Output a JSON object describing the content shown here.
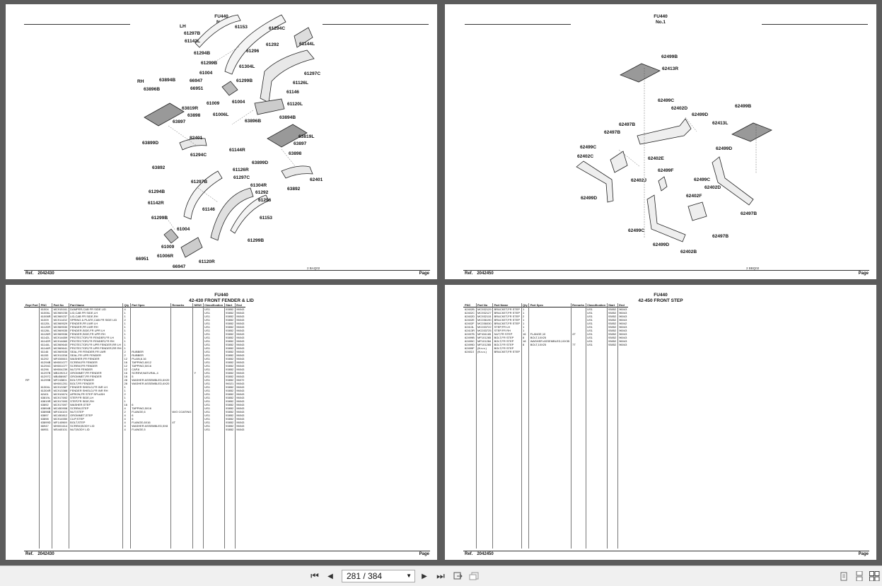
{
  "top_left": {
    "model": "FU440",
    "sheet": "No.1",
    "ref_label": "Ref.",
    "ref_no": "2042430",
    "page_label": "Page",
    "drawing_code": "2 BAQ02",
    "labels": [
      "LH",
      "RH",
      "61153",
      "61294C",
      "61297B",
      "61142L",
      "61292",
      "61144L",
      "61294B",
      "61296",
      "61299B",
      "61304L",
      "61297C",
      "61004",
      "66947",
      "61299B",
      "61126L",
      "66951",
      "61146",
      "61009",
      "61004",
      "61120L",
      "61006L",
      "63894B",
      "63896B",
      "63819R",
      "63898",
      "63896B",
      "63897",
      "63894B",
      "82401",
      "63819L",
      "63899D",
      "63897",
      "61294C",
      "61144R",
      "63898",
      "63892",
      "63899D",
      "61126R",
      "61297B",
      "61297C",
      "62401",
      "61304R",
      "61294B",
      "61292",
      "63892",
      "61142R",
      "61296",
      "61146",
      "61299B",
      "61153",
      "61004",
      "61009",
      "61299B",
      "61006R",
      "66951",
      "66947",
      "61120R"
    ]
  },
  "top_right": {
    "model": "FU440",
    "sheet": "No.1",
    "ref_label": "Ref.",
    "ref_no": "2042450",
    "page_label": "Page",
    "drawing_code": "2 BBQ02",
    "labels": [
      "62499B",
      "62413R",
      "62499C",
      "62402D",
      "62499D",
      "62499B",
      "62413L",
      "62497B",
      "62497B",
      "62499C",
      "62402C",
      "62402E",
      "62499D",
      "62499F",
      "62402J",
      "62499C",
      "62402D",
      "62499D",
      "62402F",
      "62497B",
      "62499C",
      "62497B",
      "62499D",
      "62402B"
    ]
  },
  "bottom_left": {
    "model": "FU440",
    "title": "42-430 FRONT FENDER & LID",
    "ref_label": "Ref.",
    "ref_no": "2042430",
    "page_label": "Page",
    "columns": [
      "Repl Part",
      "PNC",
      "Part No",
      "Part Name",
      "Qty",
      "Part Spec",
      "Remarks",
      "NEW!",
      "Classification",
      "Start",
      "End"
    ],
    "rows": [
      [
        "",
        "61004",
        "MC915161",
        "DAMPER,CAB FR SIDE LID",
        "4",
        "",
        "",
        "",
        "US1",
        "93852",
        "96043"
      ],
      [
        "",
        "61006L",
        "MC969235",
        "LID,CAB FR SIDE,LH",
        "1",
        "",
        "",
        "",
        "US1",
        "93852",
        "96043"
      ],
      [
        "",
        "61006R",
        "MC969237",
        "LID,CAB FR SIDE,RH",
        "1",
        "",
        "",
        "",
        "US1",
        "93852",
        "96043"
      ],
      [
        "",
        "61009",
        "MC911432",
        "SPRING & PLATE,CAB FR SIDE LID",
        "2",
        "",
        "",
        "",
        "US1",
        "93852",
        "96043"
      ],
      [
        "",
        "61120L",
        "MC969529",
        "FENDER,FR LWR LH",
        "1",
        "",
        "",
        "",
        "US1",
        "93852",
        "96043"
      ],
      [
        "",
        "61120R",
        "MC969530",
        "FENDER,FR LWR RH",
        "1",
        "",
        "",
        "",
        "US1",
        "93852",
        "96043"
      ],
      [
        "",
        "61126L",
        "MC969535",
        "FENDER,SIDE,FR UPR LH",
        "1",
        "",
        "",
        "",
        "US1",
        "93852",
        "96043"
      ],
      [
        "",
        "61126R",
        "MC969536",
        "FENDER,SIDE,FR UPR RH",
        "1",
        "",
        "",
        "",
        "US1",
        "93852",
        "96043"
      ],
      [
        "",
        "61142L",
        "MC914659",
        "PROTECTOR,FR FENDER,FR LH",
        "1",
        "",
        "",
        "",
        "US1",
        "93852",
        "96043"
      ],
      [
        "",
        "61142R",
        "MC914660",
        "PROTECTOR,FR FENDER,FR RH",
        "1",
        "",
        "",
        "",
        "US1",
        "93852",
        "96043"
      ],
      [
        "",
        "61144L",
        "MC969640",
        "PROTECTOR,FR UPR FENDER,RR LH",
        "1",
        "",
        "",
        "",
        "US1",
        "93852",
        "96043"
      ],
      [
        "",
        "61144R",
        "MC969641",
        "PROTECTOR,FR UPR FENDER,RR RH",
        "1",
        "",
        "",
        "",
        "US1",
        "93852",
        "96043"
      ],
      [
        "",
        "61146",
        "MC969535",
        "SEAL,FR FENDER,FR LWR",
        "2",
        "RUBBER",
        "",
        "",
        "US1",
        "93852",
        "96043"
      ],
      [
        "",
        "61153",
        "MC911338",
        "SEAL,FR UPR FENDER",
        "2",
        "RUBBER",
        "",
        "",
        "US1",
        "93852",
        "96043"
      ],
      [
        "",
        "61292",
        "MF450063",
        "WASHER,FR FENDER",
        "12",
        "PLAIN,6.16",
        "",
        "",
        "US1",
        "93852",
        "96043"
      ],
      [
        "",
        "61294B",
        "MH001077",
        "SCREW,FR FENDER",
        "16",
        "TAPPING,6X12",
        "",
        "",
        "US1",
        "93852",
        "96043"
      ],
      [
        "",
        "61294C",
        "MH001077",
        "SCREW,FR FENDER",
        "12",
        "TAPPING,5X16",
        "",
        "",
        "US1",
        "93852",
        "96043"
      ],
      [
        "",
        "61296",
        "MH004239",
        "NUT,FR FENDER",
        "12",
        "CAP,6",
        "",
        "",
        "US1",
        "93852",
        "96043"
      ],
      [
        "",
        "61297B",
        "MB109212",
        "GROMMET,FR FENDER",
        "16",
        "SCREW,NATURAL,4",
        "",
        "Y",
        "US1",
        "93852",
        "96043"
      ],
      [
        "",
        "61297C",
        "MB456987",
        "GROMMET,FR FENDER",
        "16",
        "5",
        "",
        "",
        "US1",
        "93852",
        "96043"
      ],
      [
        "RP",
        "61299B",
        "MF243801",
        "BOLT,FR FENDER",
        "28",
        "WASHER ASSEMBLED,6X20",
        "",
        "",
        "US1",
        "93852",
        "96072"
      ],
      [
        "",
        "",
        "MH001201",
        "BOLT,FR FENDER",
        "28",
        "WASHER ASSEMBLED,6X20",
        "",
        "",
        "US1",
        "96021",
        "96043"
      ],
      [
        "",
        "61304L",
        "MC913387",
        "FENDER SHIELD,FR INR LH",
        "1",
        "",
        "",
        "",
        "US1",
        "93852",
        "96043"
      ],
      [
        "",
        "61304R",
        "MC913388",
        "FENDER SHIELD,FR INR RH",
        "1",
        "",
        "",
        "",
        "US1",
        "93852",
        "96043"
      ],
      [
        "",
        "62401",
        "MC910674",
        "APRON,FR STEP SPLASH",
        "2",
        "",
        "",
        "",
        "US1",
        "93852",
        "96043"
      ],
      [
        "",
        "63819L",
        "MC917692",
        "STEP,FR SIDE,LH",
        "1",
        "",
        "",
        "",
        "US1",
        "93852",
        "96043"
      ],
      [
        "",
        "63819R",
        "MC917693",
        "STEP,FR SIDE,RH",
        "1",
        "",
        "",
        "",
        "US1",
        "93852",
        "96043"
      ],
      [
        "",
        "63892",
        "MC917697",
        "WASHER,STEP",
        "16",
        "6",
        "",
        "",
        "US1",
        "93852",
        "96043"
      ],
      [
        "",
        "63894B",
        "MC450908",
        "SCREW,STEP",
        "4",
        "TAPPING,5X16",
        "",
        "",
        "US1",
        "93852",
        "96043"
      ],
      [
        "",
        "63896B",
        "MF434103",
        "NUT,STEP",
        "2",
        "FLANGE,6",
        "W/O COATING",
        "",
        "US1",
        "93852",
        "96043"
      ],
      [
        "",
        "63897",
        "MC450812",
        "GROMMET,STEP",
        "4",
        "6",
        "",
        "",
        "US1",
        "93852",
        "96043"
      ],
      [
        "",
        "63898",
        "MC914550",
        "CLIP,STEP",
        "4",
        "6",
        "",
        "",
        "US1",
        "93852",
        "96043"
      ],
      [
        "",
        "63899D",
        "MF140969",
        "BOLT,STEP",
        "4",
        "FLANGE,6X16",
        "4T",
        "",
        "US1",
        "93852",
        "96043"
      ],
      [
        "",
        "66947",
        "MH001614",
        "SCREW,BODY LID",
        "4",
        "WASHER ASSEMBLED,5X8",
        "",
        "",
        "US1",
        "93852",
        "96043"
      ],
      [
        "",
        "66951",
        "MS440101",
        "NUT,BODY LID",
        "4",
        "FLANGE,5",
        "",
        "",
        "US1",
        "93852",
        "96043"
      ]
    ]
  },
  "bottom_right": {
    "model": "FU440",
    "title": "42-450 FRONT STEP",
    "ref_label": "Ref.",
    "ref_no": "2042450",
    "page_label": "Page",
    "columns": [
      "PNC",
      "Part No",
      "Part Name",
      "Qty",
      "Part Spec",
      "Remarks",
      "Classification",
      "Start",
      "End"
    ],
    "rows": [
      [
        "62402B",
        "MC932129",
        "BRACKET,FR STEP",
        "1",
        "",
        "",
        "US1",
        "93852",
        "96043"
      ],
      [
        "62402C",
        "MC932127",
        "BRACKET,FR STEP",
        "1",
        "",
        "",
        "US1",
        "93852",
        "96043"
      ],
      [
        "62402D",
        "MC932115",
        "BRACKET,FR STEP",
        "2",
        "",
        "",
        "US1",
        "93852",
        "96043"
      ],
      [
        "62402E",
        "MC036190",
        "BRACKET,FR STEP",
        "1",
        "",
        "",
        "US1",
        "93852",
        "96043"
      ],
      [
        "62402F",
        "MC036030",
        "BRACKET,FR STEP",
        "1",
        "",
        "",
        "US1",
        "93852",
        "96042"
      ],
      [
        "62413L",
        "MC033722",
        "STEP,FR LH",
        "1",
        "",
        "",
        "US1",
        "93852",
        "96043"
      ],
      [
        "62413R",
        "MC033725",
        "STEP,FR RH",
        "1",
        "",
        "",
        "US1",
        "93852",
        "96043"
      ],
      [
        "62497B",
        "MF434165",
        "NUT,FR STEP",
        "16",
        "FLANGE,10",
        "4T",
        "US1",
        "93852",
        "96043"
      ],
      [
        "62499B",
        "MF101265",
        "BOLT,FR STEP",
        "8",
        "BOLT,10X25",
        "",
        "US1",
        "93852",
        "96043"
      ],
      [
        "62499C",
        "MF101284",
        "BOLT,FR STEP",
        "18",
        "WASHER ASSEMBLED,10X35",
        "",
        "US1",
        "93852",
        "96043"
      ],
      [
        "62499D",
        "MF101265",
        "BOLT,FR STEP",
        "8",
        "BOLT,10X25",
        "7T",
        "US1",
        "93852",
        "96043"
      ],
      [
        "62499F",
        "(N.s.s.)",
        "BOLT,FR STEP",
        "",
        "",
        "",
        "",
        "",
        ""
      ],
      [
        "62402J",
        "(N.s.s.)",
        "BRACKET,FR STEP",
        "",
        "",
        "",
        "",
        "",
        ""
      ]
    ]
  },
  "toolbar": {
    "page_value": "281 / 384",
    "first_glyph": "⏮",
    "prev_glyph": "◀",
    "next_glyph": "▶",
    "last_glyph": "⏭"
  }
}
